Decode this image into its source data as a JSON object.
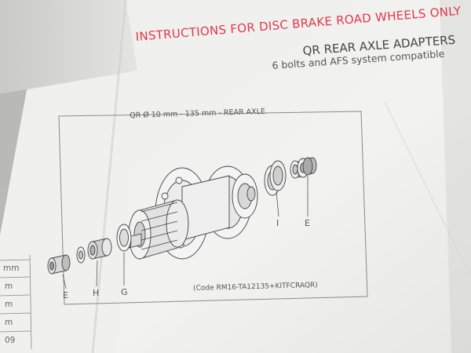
{
  "header": {
    "title": "INSTRUCTIONS FOR DISC BRAKE ROAD WHEELS ONLY",
    "subtitle": "QR REAR AXLE ADAPTERS",
    "compat": "6 bolts and AFS system compatible"
  },
  "diagram": {
    "title": "QR Ø 10 mm - 135 mm - REAR AXLE",
    "code": "(Code RM16-TA12135+KITFCRAQR)",
    "parts": [
      {
        "letter": "E"
      },
      {
        "letter": "H"
      },
      {
        "letter": "G"
      },
      {
        "letter": "I"
      },
      {
        "letter": "E"
      }
    ]
  },
  "left_table_fragments": [
    "mm",
    "m",
    "m",
    "m",
    "09"
  ]
}
